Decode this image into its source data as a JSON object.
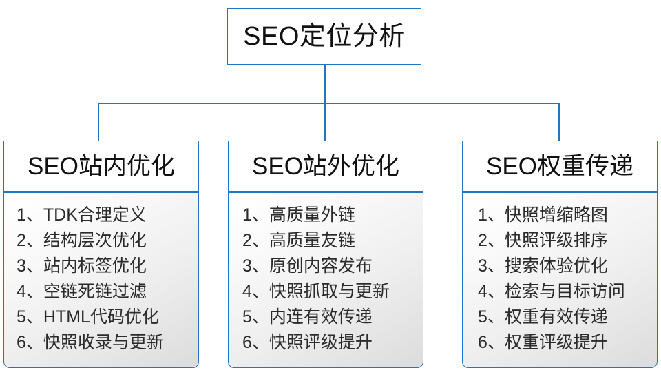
{
  "root": {
    "title": "SEO定位分析"
  },
  "theme": {
    "border_color": "#1f77c4",
    "connector_color": "#1f77c4",
    "text_color": "#111111",
    "item_text_color": "#2b2b2b",
    "panel_background_top": "#ffffff",
    "panel_background_bottom": "#dcdcdc",
    "page_background": "#ffffff"
  },
  "columns": [
    {
      "id": "seo-onsite",
      "header": "SEO站内优化",
      "items": [
        {
          "index": "1、",
          "label": "TDK合理定义"
        },
        {
          "index": "2、",
          "label": "结构层次优化"
        },
        {
          "index": "3、",
          "label": "站内标签优化"
        },
        {
          "index": "4、",
          "label": "空链死链过滤"
        },
        {
          "index": "5、",
          "label": "HTML代码优化"
        },
        {
          "index": "6、",
          "label": "快照收录与更新"
        }
      ]
    },
    {
      "id": "seo-offsite",
      "header": "SEO站外优化",
      "items": [
        {
          "index": "1、",
          "label": "高质量外链"
        },
        {
          "index": "2、",
          "label": "高质量友链"
        },
        {
          "index": "3、",
          "label": "原创内容发布"
        },
        {
          "index": "4、",
          "label": "快照抓取与更新"
        },
        {
          "index": "5、",
          "label": "内连有效传递"
        },
        {
          "index": "6、",
          "label": "快照评级提升"
        }
      ]
    },
    {
      "id": "seo-weight",
      "header": "SEO权重传递",
      "items": [
        {
          "index": "1、",
          "label": "快照增缩略图"
        },
        {
          "index": "2、",
          "label": "快照评级排序"
        },
        {
          "index": "3、",
          "label": "搜索体验优化"
        },
        {
          "index": "4、",
          "label": "检索与目标访问"
        },
        {
          "index": "5、",
          "label": "权重有效传递"
        },
        {
          "index": "6、",
          "label": "权重评级提升"
        }
      ]
    }
  ]
}
